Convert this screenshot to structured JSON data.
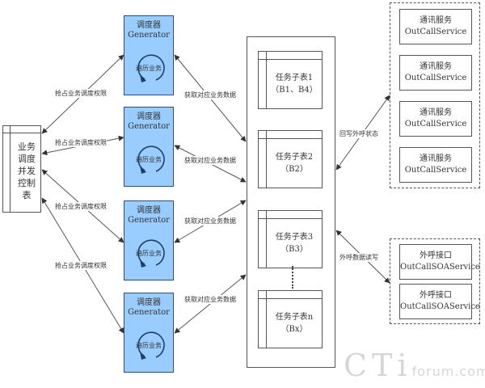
{
  "control_table": {
    "label": "业务调度并发控制表",
    "lines": [
      "业务",
      "调度",
      "并发",
      "控制",
      "表"
    ]
  },
  "generators": [
    {
      "title": "调度器",
      "subtitle": "Generator",
      "loop_label": "遍历业务"
    },
    {
      "title": "调度器",
      "subtitle": "Generator",
      "loop_label": "遍历业务"
    },
    {
      "title": "调度器",
      "subtitle": "Generator",
      "loop_label": "遍历业务"
    },
    {
      "title": "调度器",
      "subtitle": "Generator",
      "loop_label": "遍历业务"
    }
  ],
  "edge_labels": {
    "grab_permission": "抢占业务调度权限",
    "fetch_data": "获取对应业务数据",
    "write_back_status": "回写外呼状态",
    "outcall_data_rw": "外呼数据读写"
  },
  "task_tables": [
    {
      "name": "任务子表1",
      "detail": "（B1、B4）"
    },
    {
      "name": "任务子表2",
      "detail": "（B2）"
    },
    {
      "name": "任务子表3",
      "detail": "（B3）"
    },
    {
      "name": "任务子表n",
      "detail": "（Bx）"
    }
  ],
  "comm_services": [
    {
      "name": "通讯服务",
      "service": "OutCallService"
    },
    {
      "name": "通讯服务",
      "service": "OutCallService"
    },
    {
      "name": "通讯服务",
      "service": "OutCallService"
    },
    {
      "name": "通讯服务",
      "service": "OutCallService"
    }
  ],
  "soa_services": [
    {
      "name": "外呼接口",
      "service": "OutCallSOAService"
    },
    {
      "name": "外呼接口",
      "service": "OutCallSOAService"
    }
  ],
  "watermark": {
    "big": "CTi",
    "small": "forum.com"
  }
}
